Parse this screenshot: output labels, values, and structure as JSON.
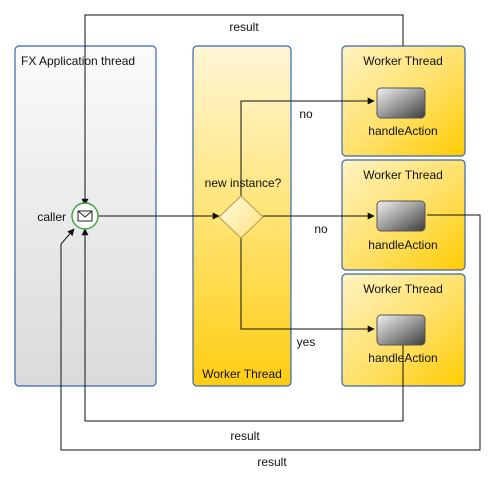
{
  "lanes": {
    "fx": {
      "label": "FX Application thread"
    },
    "middle": {
      "label": "Worker Thread"
    },
    "worker_top": {
      "label": "Worker Thread"
    },
    "worker_mid": {
      "label": "Worker Thread"
    },
    "worker_bot": {
      "label": "Worker Thread"
    }
  },
  "nodes": {
    "caller": {
      "label": "caller",
      "icon": "envelope-icon"
    },
    "gateway": {
      "label": "new instance?"
    },
    "task_top": {
      "label": "handleAction"
    },
    "task_mid": {
      "label": "handleAction"
    },
    "task_bot": {
      "label": "handleAction"
    }
  },
  "edges": {
    "result_top": "result",
    "no_top": "no",
    "no_mid": "no",
    "yes_bot": "yes",
    "result_bottom_inner": "result",
    "result_bottom_outer": "result"
  },
  "colors": {
    "lane_border": "#3a66b0",
    "fx_fill": "#e6e6e6",
    "worker_fill": "#ffd21f",
    "caller_ring": "#3c9e3c",
    "gateway_fill": "#fff5c8",
    "task_dark": "#4d4d4d"
  }
}
